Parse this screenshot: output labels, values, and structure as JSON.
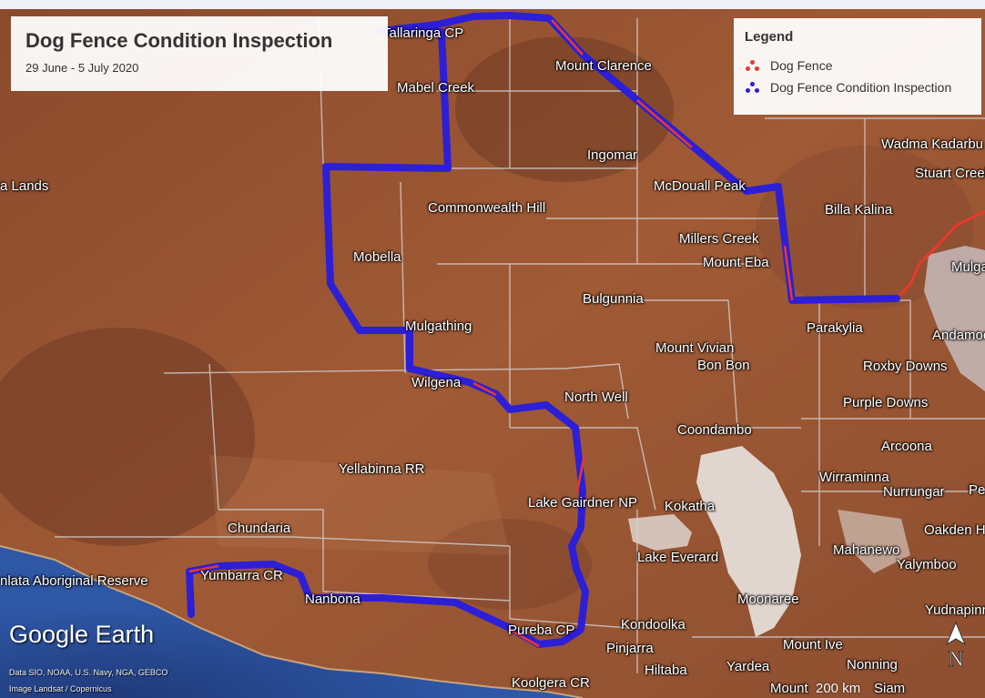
{
  "title": "Dog Fence Condition Inspection",
  "date_range": "29 June - 5 July 2020",
  "legend": {
    "title": "Legend",
    "items": [
      {
        "label": "Dog Fence",
        "color": "#e8392d"
      },
      {
        "label": "Dog Fence Condition Inspection",
        "color": "#2d1fd6"
      }
    ]
  },
  "brand": "Google Earth",
  "credits": [
    "Data SIO, NOAA, U.S. Navy, NGA, GEBCO",
    "Image Landsat / Copernicus"
  ],
  "scale_label": "200 km",
  "north_label": "N",
  "places": [
    "Tallaringa CP",
    "Mount Clarence",
    "Mabel Creek",
    "Ingomar",
    "McDouall Peak",
    "Wadma Kadarbu",
    "Stuart Creek",
    "a Lands",
    "Commonwealth Hill",
    "Billa Kalina",
    "Millers Creek",
    "Mount Eba",
    "Mobella",
    "Mulga",
    "Bulgunnia",
    "Parakylia",
    "Mulgathing",
    "Andamooka",
    "Mount Vivian",
    "Bon Bon",
    "Roxby Downs",
    "Wilgena",
    "North Well",
    "Purple Downs",
    "Coondambo",
    "Arcoona",
    "Yellabinna RR",
    "Wirraminna",
    "Nurrungar",
    "Pe",
    "Lake Gairdner NP",
    "Kokatha",
    "Chundaria",
    "Oakden Hills",
    "Mahanewo",
    "Lake Everard",
    "Yalymboo",
    "nlata Aboriginal Reserve",
    "Yumbarra CR",
    "Nanbona",
    "Moonaree",
    "Yudnapinna",
    "Kondoolka",
    "Pureba CP",
    "Pinjarra",
    "Mount Ive",
    "Nonning",
    "Yardea",
    "Hiltaba",
    "Koolgera CR",
    "Mount",
    "Siam"
  ]
}
